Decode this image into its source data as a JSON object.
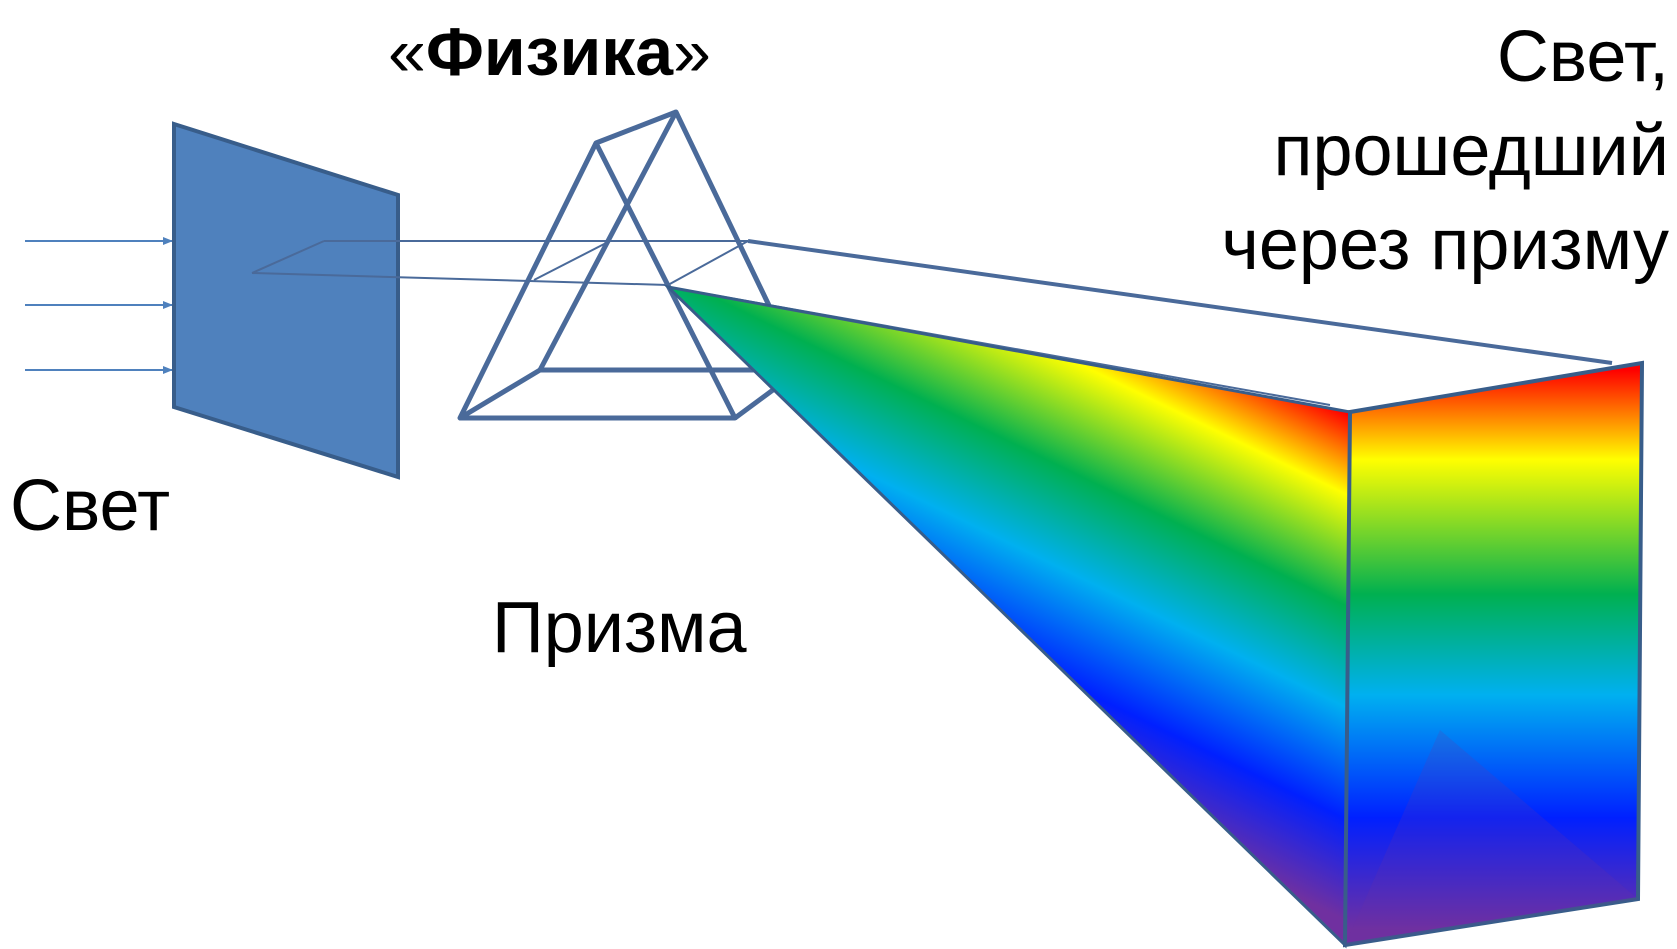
{
  "title": {
    "open_quote": "«",
    "word": "Физика",
    "close_quote": "»"
  },
  "labels": {
    "light": "Свет",
    "prism": "Призма",
    "result_line1": "Свет,",
    "result_line2": "прошедший",
    "result_line3": "через призму"
  },
  "colors": {
    "screen": "#4f81bd",
    "outline": "#385d8a",
    "prism_edge": "#4a6a9a",
    "spectrum": [
      "#ff0000",
      "#ffff00",
      "#00b050",
      "#00b0f0",
      "#0020ff",
      "#7030a0"
    ]
  }
}
